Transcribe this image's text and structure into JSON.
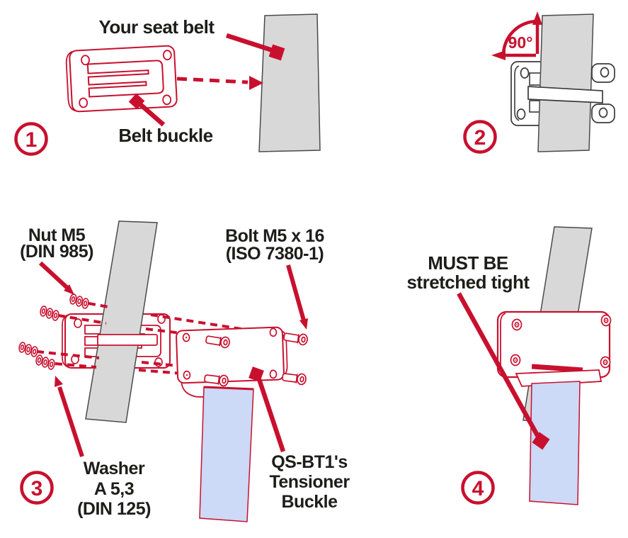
{
  "document": {
    "type": "assembly-instruction-diagram",
    "product": "QS-BT1"
  },
  "colors": {
    "accent_red": "#c8102e",
    "text_black": "#1d1d1b",
    "belt_gray_fill": "#d8d8d8",
    "belt_gray_stroke": "#4a4a4a",
    "strap_blue_fill": "#ccd9f7",
    "buckle_outline_dark": "#3a3a3a",
    "background": "#ffffff"
  },
  "steps": {
    "step1": {
      "number": "1",
      "seat_belt_label": "Your seat belt",
      "buckle_label": "Belt buckle"
    },
    "step2": {
      "number": "2",
      "angle_label": "90°"
    },
    "step3": {
      "number": "3",
      "nut_label": [
        "Nut M5",
        "(DIN 985)"
      ],
      "bolt_label": [
        "Bolt M5 x 16",
        "(ISO 7380-1)"
      ],
      "washer_label": [
        "Washer",
        "A 5,3",
        "(DIN 125)"
      ],
      "tensioner_label": [
        "QS-BT1's",
        "Tensioner",
        "Buckle"
      ]
    },
    "step4": {
      "number": "4",
      "tight_label": [
        "MUST BE",
        "stretched tight"
      ]
    }
  }
}
